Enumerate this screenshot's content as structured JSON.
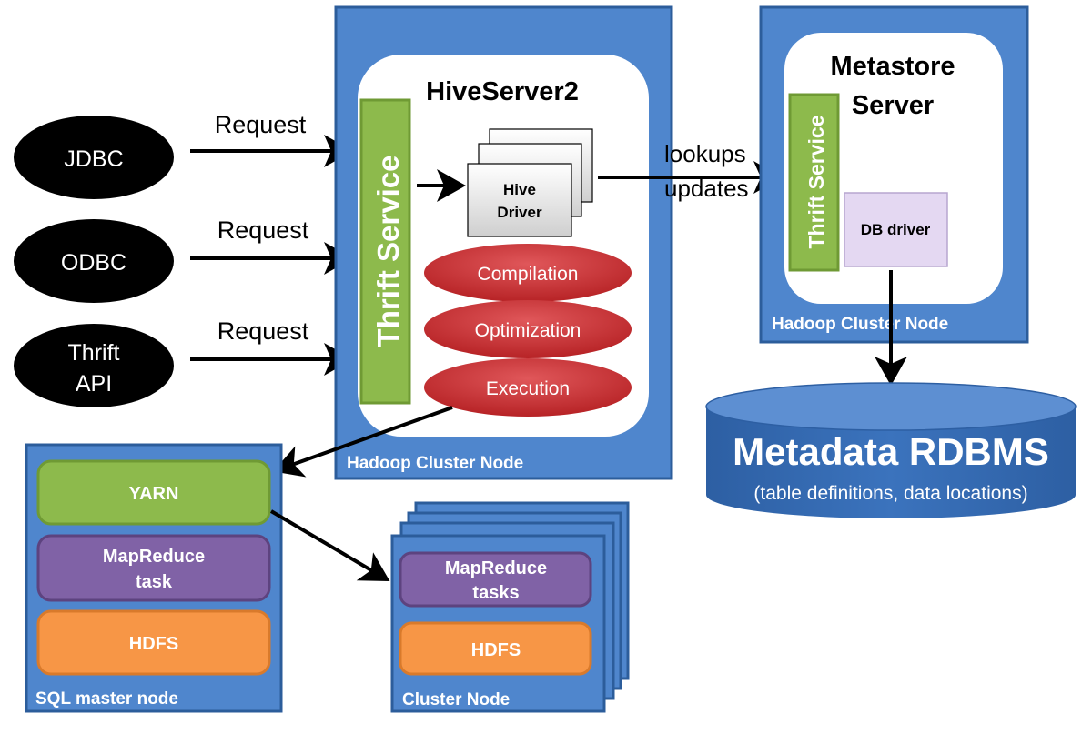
{
  "clients": {
    "jdbc": "JDBC",
    "odbc": "ODBC",
    "thrift_api_line1": "Thrift",
    "thrift_api_line2": "API"
  },
  "request_labels": [
    "Request",
    "Request",
    "Request"
  ],
  "hiveserver2": {
    "title": "HiveServer2",
    "thrift_service": "Thrift Service",
    "hive_driver_line1": "Hive",
    "hive_driver_line2": "Driver",
    "stages": [
      "Compilation",
      "Optimization",
      "Execution"
    ],
    "node_label": "Hadoop Cluster Node"
  },
  "lookups_label": "lookups",
  "updates_label": "updates",
  "metastore": {
    "title_line1": "Metastore",
    "title_line2": "Server",
    "thrift_service": "Thrift Service",
    "db_driver": "DB driver",
    "node_label": "Hadoop Cluster Node"
  },
  "rdbms": {
    "title": "Metadata RDBMS",
    "subtitle": "(table definitions, data locations)"
  },
  "sql_master": {
    "yarn": "YARN",
    "mapreduce_line1": "MapReduce",
    "mapreduce_line2": "task",
    "hdfs": "HDFS",
    "node_label": "SQL master node"
  },
  "cluster_node": {
    "mapreduce_line1": "MapReduce",
    "mapreduce_line2": "tasks",
    "hdfs": "HDFS",
    "node_label": "Cluster Node"
  },
  "colors": {
    "node_blue": "#4f86cd",
    "node_border": "#2c5d9b",
    "green": "#8dba4c",
    "purple": "#8062a6",
    "orange": "#f79646",
    "red": "#c0282b",
    "lavender": "#e4d8f2",
    "cylinder": "#3569b0"
  }
}
